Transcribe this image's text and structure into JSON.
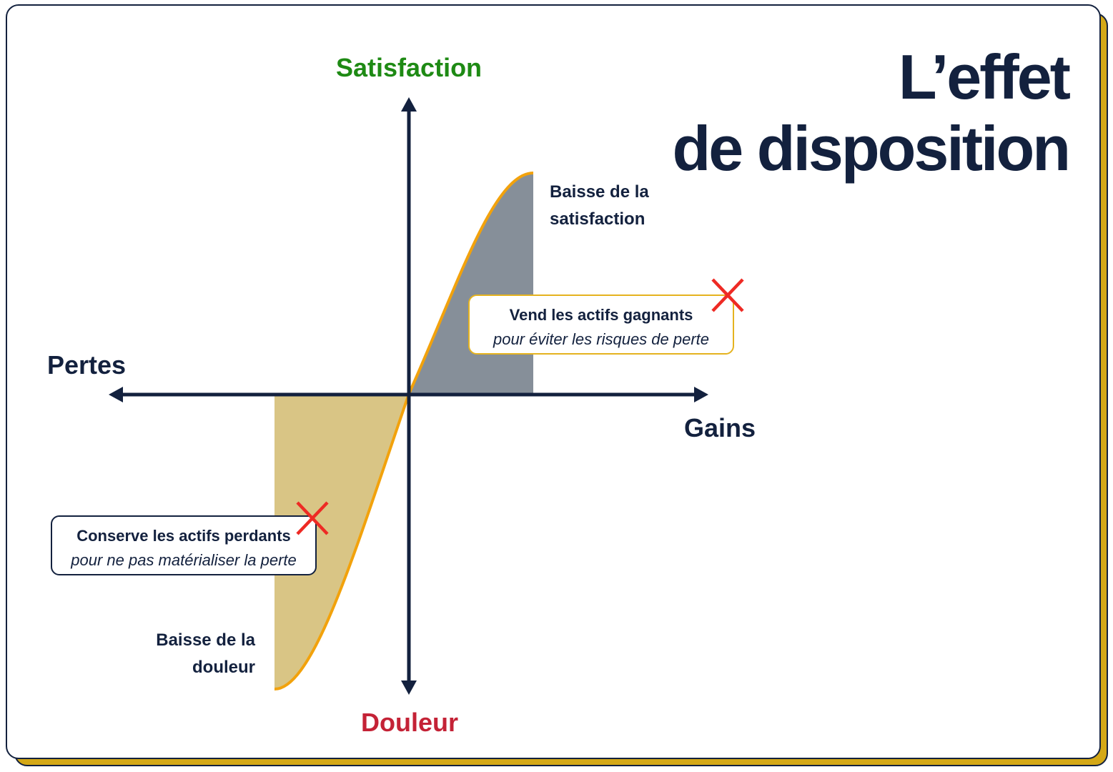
{
  "title": {
    "line1": "L’effet",
    "line2": "de disposition"
  },
  "axes": {
    "y_positive": "Satisfaction",
    "y_negative": "Douleur",
    "x_negative": "Pertes",
    "x_positive": "Gains"
  },
  "regions": {
    "gains_region": {
      "line1": "Baisse de la",
      "line2": "satisfaction"
    },
    "losses_region": {
      "line1": "Baisse de la",
      "line2": "douleur"
    }
  },
  "callouts": {
    "sell_winners": {
      "main": "Vend les actifs gagnants",
      "sub": "pour éviter les risques de perte"
    },
    "keep_losers": {
      "main": "Conserve les actifs perdants",
      "sub": "pour ne pas matérialiser la perte"
    }
  },
  "icons": {
    "cross": "cross-icon",
    "arrow": "arrow-icon"
  },
  "colors": {
    "navy": "#13213e",
    "satisfaction_green": "#1e8a14",
    "pain_red": "#c42236",
    "curve_orange": "#f2a20c",
    "gain_fill_gray": "#868f99",
    "loss_fill_tan": "#d9c585",
    "cross_red": "#ee2a24",
    "card_shadow_gold": "#d4a817"
  }
}
